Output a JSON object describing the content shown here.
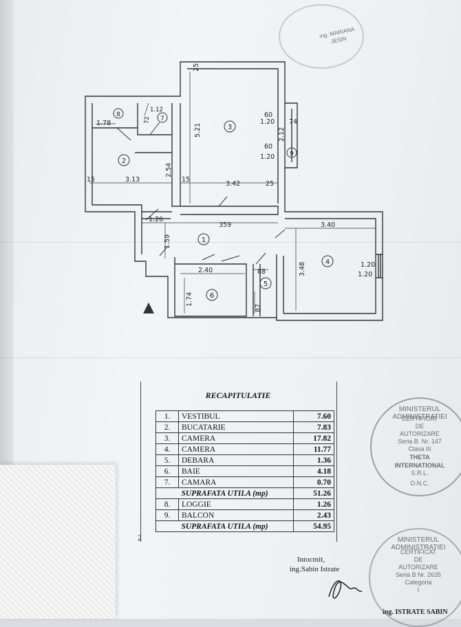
{
  "plan": {
    "rooms": [
      {
        "num": "1"
      },
      {
        "num": "2"
      },
      {
        "num": "3"
      },
      {
        "num": "4"
      },
      {
        "num": "5"
      },
      {
        "num": "6"
      },
      {
        "num": "7"
      },
      {
        "num": "8"
      },
      {
        "num": "9"
      }
    ],
    "dims": [
      "25",
      "5.21",
      "60",
      "1.20",
      "74",
      "2.12",
      "60",
      "1.20",
      "1.78",
      "1.12",
      "72",
      "2.54",
      "15",
      "3.13",
      "15",
      "3.42",
      "25",
      "1.26",
      "359",
      "3.40",
      "1.59",
      "3.48",
      "1.20",
      "1.20",
      "2.40",
      "88",
      "1.74",
      "87"
    ]
  },
  "recap": {
    "title": "RECAPITULATIE",
    "rows": [
      {
        "n": "1.",
        "name": "VESTIBUL",
        "value": "7.60"
      },
      {
        "n": "2.",
        "name": "BUCATARIE",
        "value": "7.83"
      },
      {
        "n": "3.",
        "name": "CAMERA",
        "value": "17.82"
      },
      {
        "n": "4.",
        "name": "CAMERA",
        "value": "11.77"
      },
      {
        "n": "5.",
        "name": "DEBARA",
        "value": "1.36"
      },
      {
        "n": "6.",
        "name": "BAIE",
        "value": "4.18"
      },
      {
        "n": "7.",
        "name": "CAMARA",
        "value": "0.70"
      }
    ],
    "subtotal": {
      "label": "SUPRAFATA UTILA (mp)",
      "value": "51.26"
    },
    "rows2": [
      {
        "n": "8.",
        "name": "LOGGIE",
        "value": "1.26"
      },
      {
        "n": "9.",
        "name": "BALCON",
        "value": "2.43"
      }
    ],
    "total": {
      "label": "SUPRAFATA UTILA (mp)",
      "value": "54.95"
    }
  },
  "signature": {
    "line1": "Intocmit,",
    "line2": "ing.Sabin Istrate",
    "bottom": "ing. ISTRATE SABIN"
  },
  "stamps": {
    "top": "ing. MARIANA JESIN",
    "middle": {
      "ring": "MINISTERUL ADMINISTRATIEI",
      "lines": [
        "CERTIFICAT",
        "DE",
        "AUTORIZARE",
        "Seria B. Nr. 147",
        "Clasa III",
        "THETA",
        "INTERNATIONAL",
        "S.R.L."
      ],
      "bottom": "O.N.C."
    },
    "lower": {
      "ring": "MINISTERUL ADMINISTRATIEI",
      "lines": [
        "CERTIFICAT",
        "DE",
        "AUTORIZARE",
        "Seria B Nr. 2635",
        "Categoria",
        "I"
      ]
    }
  },
  "margin_mark": "2"
}
